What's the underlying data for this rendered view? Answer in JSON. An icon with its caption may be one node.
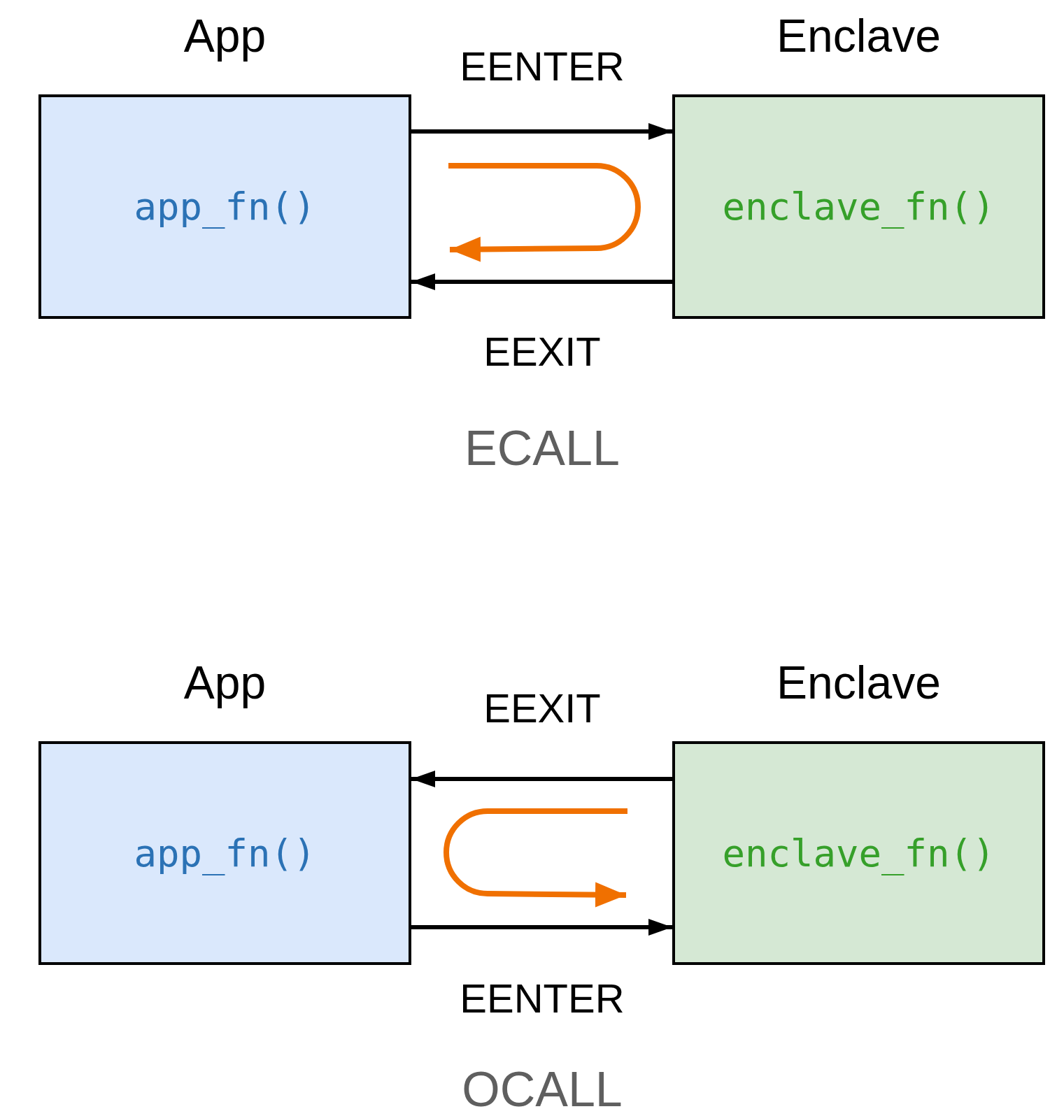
{
  "diagram": {
    "nodes": [
      {
        "text": [
          "App",
          "app_fn()"
        ]
      },
      {
        "text": [
          "Enclave",
          "enclave_fn()"
        ]
      },
      {
        "text": [
          "App",
          "app_fn()"
        ]
      },
      {
        "text": [
          "Enclave",
          "enclave_fn()"
        ]
      }
    ],
    "edges": [
      {
        "from": 0,
        "to": 1,
        "arrow": "to",
        "label": "EENTER"
      },
      {
        "from": 1,
        "to": 0,
        "arrow": "to",
        "label": "EEXIT"
      },
      {
        "from": 3,
        "to": 2,
        "arrow": "to",
        "label": "EEXIT"
      },
      {
        "from": 2,
        "to": 3,
        "arrow": "to",
        "label": "EENTER"
      }
    ],
    "labels": [
      "ECALL",
      "OCALL"
    ]
  }
}
